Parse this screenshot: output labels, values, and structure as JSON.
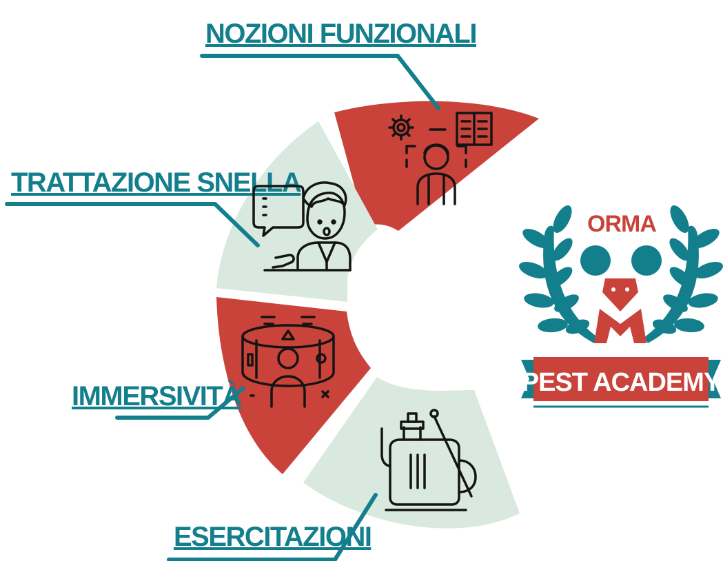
{
  "colors": {
    "teal": "#137f8c",
    "red": "#c9433b",
    "pale": "#d9e9e0",
    "icon": "#141414",
    "white": "#ffffff"
  },
  "segments": [
    {
      "label": "NOZIONI FUNZIONALI",
      "icon": "gear-book-person-icon"
    },
    {
      "label": "TRATTAZIONE SNELLA",
      "icon": "speaking-doctor-icon"
    },
    {
      "label": "IMMERSIVITÀ",
      "icon": "vr-immersion-person-icon"
    },
    {
      "label": "ESERCITAZIONI",
      "icon": "sprayer-tank-icon"
    }
  ],
  "logo": {
    "top_text": "ORMA",
    "banner_text": "PEST ACADEMY",
    "emblem": "laurel-wreath-mouse-icon"
  }
}
